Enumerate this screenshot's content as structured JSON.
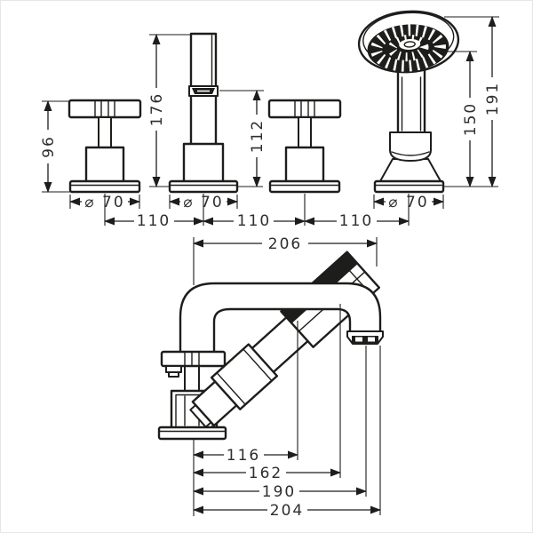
{
  "drawing": {
    "description": "Dimensioned technical line drawing of a 4-hole rim-mounted bath mixer set: two cross handles, a spout and a pull-out hand shower, shown in front elevation (top) and side elevation (bottom)",
    "colors": {
      "line": "#1d1d1b",
      "dimension_text": "#2e2e2e",
      "background": "#ffffff"
    },
    "dims": {
      "handle_height": "96",
      "spout_total_height": "176",
      "spout_outlet_height": "112",
      "shower_holder_height": "150",
      "shower_total_height": "191",
      "escutcheon_dia_handle_left": "⌀ 70",
      "escutcheon_dia_spout": "⌀ 70",
      "escutcheon_dia_shower": "⌀ 70",
      "spacing_handle_to_spout": "110",
      "spacing_spout_to_handle": "110",
      "spacing_handle_to_shower": "110",
      "overall_reach": "206",
      "reach_to_shower_head": "116",
      "reach_162": "162",
      "reach_to_outlet": "190",
      "reach_to_spout_front": "204"
    }
  }
}
